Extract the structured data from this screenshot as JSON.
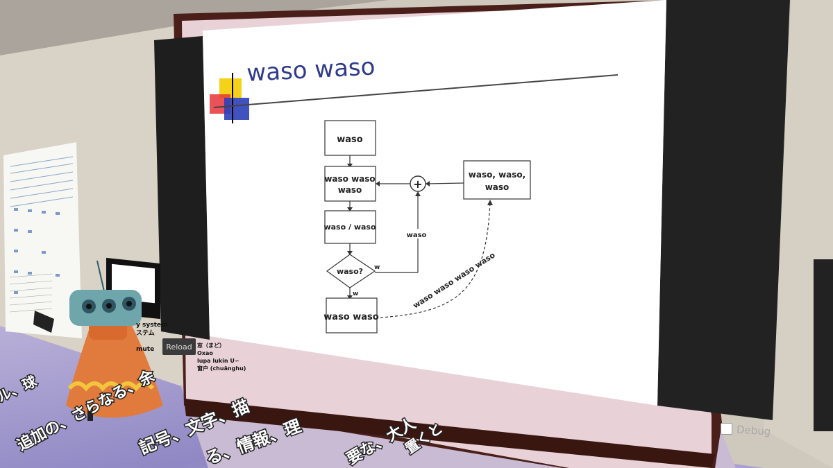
{
  "slide": {
    "title": "waso waso",
    "flow": {
      "box1": "waso",
      "box2_line1": "waso waso",
      "box2_line2": "waso",
      "box3": "waso / waso",
      "diamond": "waso?",
      "box4": "waso waso",
      "right_line1": "waso, waso,",
      "right_line2": "waso",
      "plus": "+",
      "break_label": "waso",
      "w_right": "w",
      "w_down": "w",
      "curve_label": "waso waso waso waso"
    }
  },
  "ui": {
    "reload_label": "Reload",
    "debug_label": "Debug",
    "side_line1": "y system",
    "side_line2": "ステム",
    "mute_label": "mute",
    "names": [
      "窓（まど）",
      "Oxao",
      "lupa lukin U∽",
      "窗户 (chuānghu)"
    ]
  },
  "floor_text": [
    "記号、文字、描",
    "追加の、さらなる、余",
    "る、情報、理",
    "要な、大人",
    "置くと",
    "ル、球"
  ],
  "colors": {
    "wall": "#d8d1c5",
    "frame": "#4a1f1a",
    "screen_bg": "#ffffff",
    "title_color": "#2e3a8c",
    "floor": "#9b93c8"
  }
}
